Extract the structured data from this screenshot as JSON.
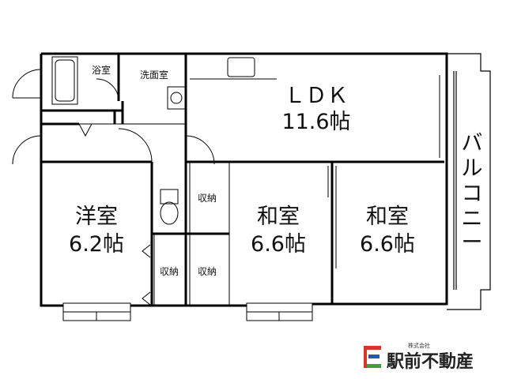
{
  "rooms": {
    "bath": "浴室",
    "washroom": "洗面室",
    "ldk_name": "ＬＤＫ",
    "ldk_size": "11.6帖",
    "western_name": "洋室",
    "western_size": "6.2帖",
    "japanese1_name": "和室",
    "japanese1_size": "6.6帖",
    "japanese2_name": "和室",
    "japanese2_size": "6.6帖",
    "storage_top": "収納",
    "storage_bottom_left": "収納",
    "storage_bottom_right": "収納",
    "balcony": [
      "バ",
      "ル",
      "コ",
      "ニ",
      "ー"
    ]
  },
  "logo": {
    "company_type": "株式会社",
    "name": "駅前不動産",
    "colors": {
      "red": "#d9332b",
      "blue": "#1b5bb5",
      "green": "#38a33a"
    }
  }
}
